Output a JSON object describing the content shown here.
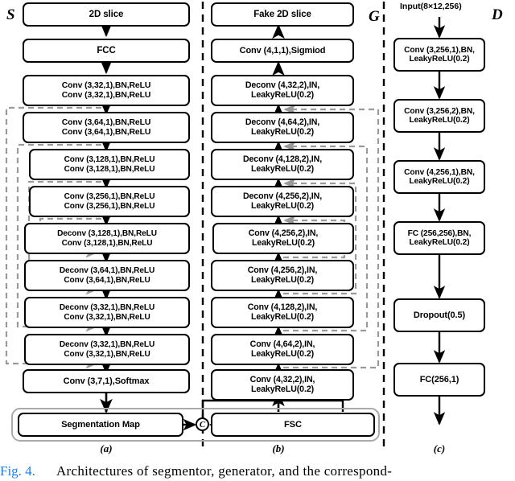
{
  "figure": {
    "caption_ref": "Fig. 4.",
    "caption_text": "Architectures of segmentor, generator, and the correspond-"
  },
  "columns": [
    {
      "id": "segmentor",
      "letter": "S",
      "sub_label": "(a)",
      "blocks": [
        {
          "lines": [
            "2D slice"
          ]
        },
        {
          "lines": [
            "FCC"
          ]
        },
        {
          "lines": [
            "Conv (3,32,1),BN,ReLU",
            "Conv (3,32,1),BN,ReLU"
          ]
        },
        {
          "lines": [
            "Conv (3,64,1),BN,ReLU",
            "Conv (3,64,1),BN,ReLU"
          ]
        },
        {
          "lines": [
            "Conv (3,128,1),BN,ReLU",
            "Conv (3,128,1),BN,ReLU"
          ]
        },
        {
          "lines": [
            "Conv (3,256,1),BN,ReLU",
            "Conv (3,256,1),BN,ReLU"
          ]
        },
        {
          "lines": [
            "Deconv (3,128,1),BN,ReLU",
            "Conv (3,128,1),BN,ReLU"
          ]
        },
        {
          "lines": [
            "Deconv (3,64,1),BN,ReLU",
            "Conv (3,64,1),BN,ReLU"
          ]
        },
        {
          "lines": [
            "Deconv (3,32,1),BN,ReLU",
            "Conv (3,32,1),BN,ReLU"
          ]
        },
        {
          "lines": [
            "Deconv (3,32,1),BN,ReLU",
            "Conv (3,32,1),BN,ReLU"
          ]
        },
        {
          "lines": [
            "Conv (3,7,1),Softmax"
          ]
        },
        {
          "lines": [
            "Segmentation Map"
          ]
        }
      ]
    },
    {
      "id": "generator",
      "letter": "G",
      "sub_label": "(b)",
      "blocks": [
        {
          "lines": [
            "Fake 2D slice"
          ]
        },
        {
          "lines": [
            "Conv  (4,1,1),Sigmiod"
          ]
        },
        {
          "lines": [
            "Deconv (4,32,2),IN,",
            "LeakyReLU(0.2)"
          ]
        },
        {
          "lines": [
            "Deconv (4,64,2),IN,",
            "LeakyReLU(0.2)"
          ]
        },
        {
          "lines": [
            "Deconv (4,128,2),IN,",
            "LeakyReLU(0.2)"
          ]
        },
        {
          "lines": [
            "Deconv (4,256,2),IN,",
            "LeakyReLU(0.2)"
          ]
        },
        {
          "lines": [
            "Conv (4,256,2),IN,",
            "LeakyReLU(0.2)"
          ]
        },
        {
          "lines": [
            "Conv (4,256,2),IN,",
            "LeakyReLU(0.2)"
          ]
        },
        {
          "lines": [
            "Conv (4,128,2),IN,",
            "LeakyReLU(0.2)"
          ]
        },
        {
          "lines": [
            "Conv (4,64,2),IN,",
            "LeakyReLU(0.2)"
          ]
        },
        {
          "lines": [
            "Conv (4,32,2),IN,",
            "LeakyReLU(0.2)"
          ]
        },
        {
          "lines": [
            "FSC"
          ]
        }
      ]
    },
    {
      "id": "discriminator",
      "letter": "D",
      "sub_label": "(c)",
      "input_text": "Input(8×12,256)",
      "blocks": [
        {
          "lines": [
            "Conv (3,256,1),BN,",
            "LeakyReLU(0.2)"
          ]
        },
        {
          "lines": [
            "Conv (3,256,2),BN,",
            "LeakyReLU(0.2)"
          ]
        },
        {
          "lines": [
            "Conv (4,256,1),BN,",
            "LeakyReLU(0.2)"
          ]
        },
        {
          "lines": [
            "FC (256,256),BN,",
            "LeakyReLU(0.2)"
          ]
        },
        {
          "lines": [
            "Dropout(0.5)"
          ]
        },
        {
          "lines": [
            "FC(256,1)"
          ]
        }
      ]
    }
  ],
  "concat_node": {
    "symbol": "C"
  },
  "colors": {
    "box_stroke": "#000000",
    "skip_connection": "#9a9a9a",
    "group_outline": "#aaaaaa",
    "caption_ref": "#1f7fe0",
    "background": "#ffffff"
  }
}
